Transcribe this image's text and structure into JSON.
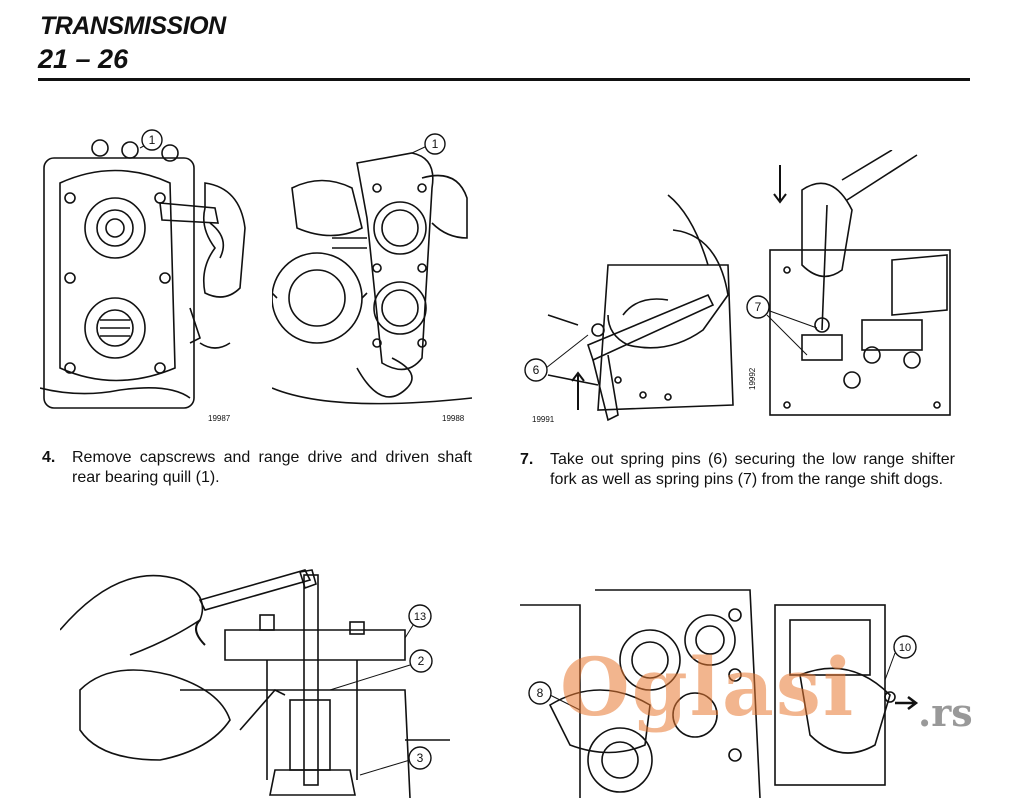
{
  "header": {
    "section_title": "TRANSMISSION",
    "page_number": "21 – 26"
  },
  "figures": [
    {
      "id": "fig1",
      "number": "19987",
      "callouts": [
        "1"
      ]
    },
    {
      "id": "fig2",
      "number": "19988",
      "callouts": [
        "1"
      ]
    },
    {
      "id": "fig3",
      "number": "19991",
      "callouts": [
        "6"
      ]
    },
    {
      "id": "fig4",
      "number": "19992",
      "callouts": [
        "7"
      ]
    },
    {
      "id": "fig5",
      "number": "",
      "callouts": [
        "13",
        "2",
        "3"
      ]
    },
    {
      "id": "fig6",
      "number": "",
      "callouts": [
        "8",
        "10"
      ]
    }
  ],
  "steps": [
    {
      "number": "4.",
      "text": "Remove capscrews and range drive and driven shaft rear bearing quill (1)."
    },
    {
      "number": "7.",
      "text": "Take out spring pins (6) securing the low range shifter fork as well as spring pins (7) from the range shift dogs."
    }
  ],
  "watermark": {
    "brand": "Oglasi",
    "tld": ".rs",
    "color": "#e87832"
  },
  "colors": {
    "ink": "#111111",
    "paper": "#ffffff"
  }
}
